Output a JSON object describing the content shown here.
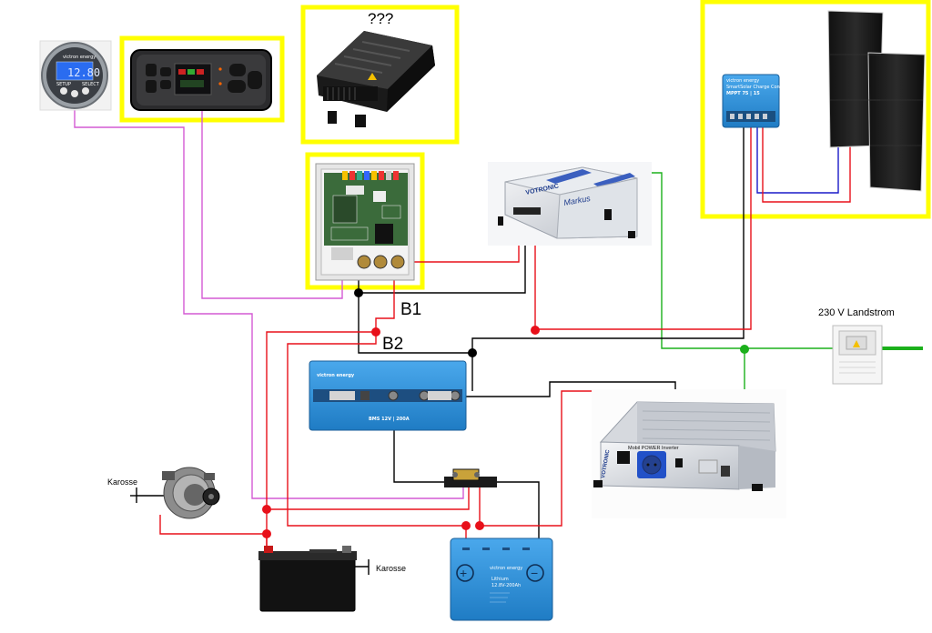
{
  "labels": {
    "unknown_device": "???",
    "b1": "B1",
    "b2": "B2",
    "shore_power": "230 V Landstrom",
    "chassis_alternator": "Karosse",
    "chassis_battery": "Karosse"
  },
  "device_text": {
    "bmv_brand": "victron energy",
    "bmv_display": "12.80",
    "bmv_btn_left": "SETUP",
    "bmv_btn_right": "SELECT",
    "mppt_brand": "victron energy",
    "mppt_product": "SmartSolar Charge Controller",
    "mppt_model": "MPPT 75 | 15",
    "votronic_brand": "VOTRONIC",
    "votronic_script": "Markus",
    "bms_brand": "victron energy",
    "bms_model": "BMS 12V | 200A",
    "inverter_brand": "VOTRONIC",
    "inverter_model": "Mobil POWER Inverter",
    "lithium_brand": "victron energy",
    "lithium_title": "Lithium",
    "lithium_spec": "12.8V-200Ah",
    "bat_plus": "+",
    "bat_minus": "−"
  },
  "colors": {
    "highlight": "#ffff00",
    "positive": "#e8101a",
    "negative": "#000000",
    "signal": "#d45ad4",
    "ac": "#1bb01b",
    "solar_neg": "#1a1ac8",
    "victron_blue": "#2d8fd8"
  }
}
